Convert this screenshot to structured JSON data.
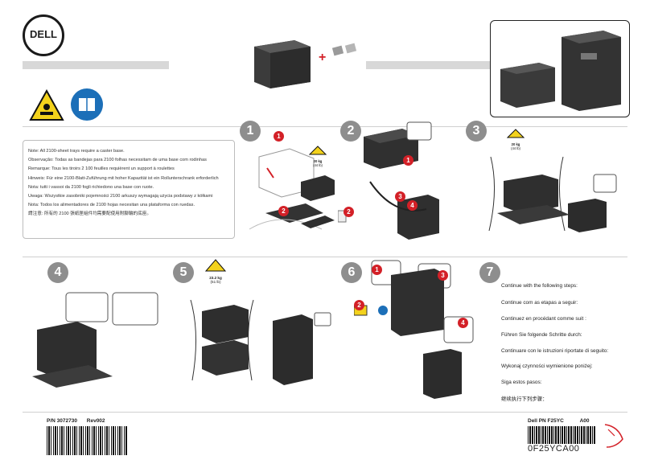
{
  "header": {
    "logo_text": "DELL"
  },
  "notes": [
    "Note: All 2100-sheet trays require a caster base.",
    "Observação: Todas as bandejas para 2100 folhas necessitam de uma base com rodinhas",
    "Remarque: Tous les tiroirs 2 100 feuilles requièrent un support à roulettes",
    "Hinweis: Für eine 2100-Blatt-Zuführung mit hoher Kapazität ist ein Rollunterschrank erforderlich",
    "Nota: tutti i vassoi da 2100 fogli richiedono una base con ruote.",
    "Uwaga: Wszystkie zasobniki pojemności 2100 arkuszy wymagają użycia podstawy z kółkami",
    "Nota: Todos los alimentadores de 2100 hojas necesitan una plataforma con ruedas.",
    "請注意: 所有的 2100 張紙匣組件均需要配使用附腳輪的底座。"
  ],
  "steps": [
    "1",
    "2",
    "3",
    "4",
    "5",
    "6",
    "7"
  ],
  "callouts": {
    "s1_a": "1",
    "s1_b": "2",
    "s2_a": "1",
    "s2_b": "2",
    "s2_c": "3",
    "s2_d": "4",
    "s6_a": "1",
    "s6_b": "2",
    "s6_c": "3",
    "s6_d": "4"
  },
  "weights": {
    "s1": "20 kg\n(44 lb)",
    "s1_kg": "20 kg",
    "s1_lb": "(44 lb)",
    "s3_kg": "20 kg",
    "s3_lb": "(44 lb)",
    "s5_kg": "23.2 kg",
    "s5_lb": "(51 lb)"
  },
  "continue_lines": [
    "Continue with the following steps:",
    "Continue com as etapas a seguir:",
    "Continuez en procédant comme suit :",
    "Führen Sie folgende Schritte durch:",
    "Continuare con le istruzioni riportate di seguito:",
    "Wykonaj czynności wymienione poniżej:",
    "Siga estos pasos:",
    "继续执行下列步骤："
  ],
  "footer": {
    "pn_left": "P/N 3072730",
    "rev": "Rev002",
    "dell_pn": "Dell PN F25YC",
    "dell_rev": "A00",
    "barcode_right_text": "0F25YCA00"
  },
  "colors": {
    "accent_red": "#d32027",
    "warning_yellow": "#f3d21c",
    "info_blue": "#1c6fb8",
    "badge_gray": "#8e8e8e"
  }
}
